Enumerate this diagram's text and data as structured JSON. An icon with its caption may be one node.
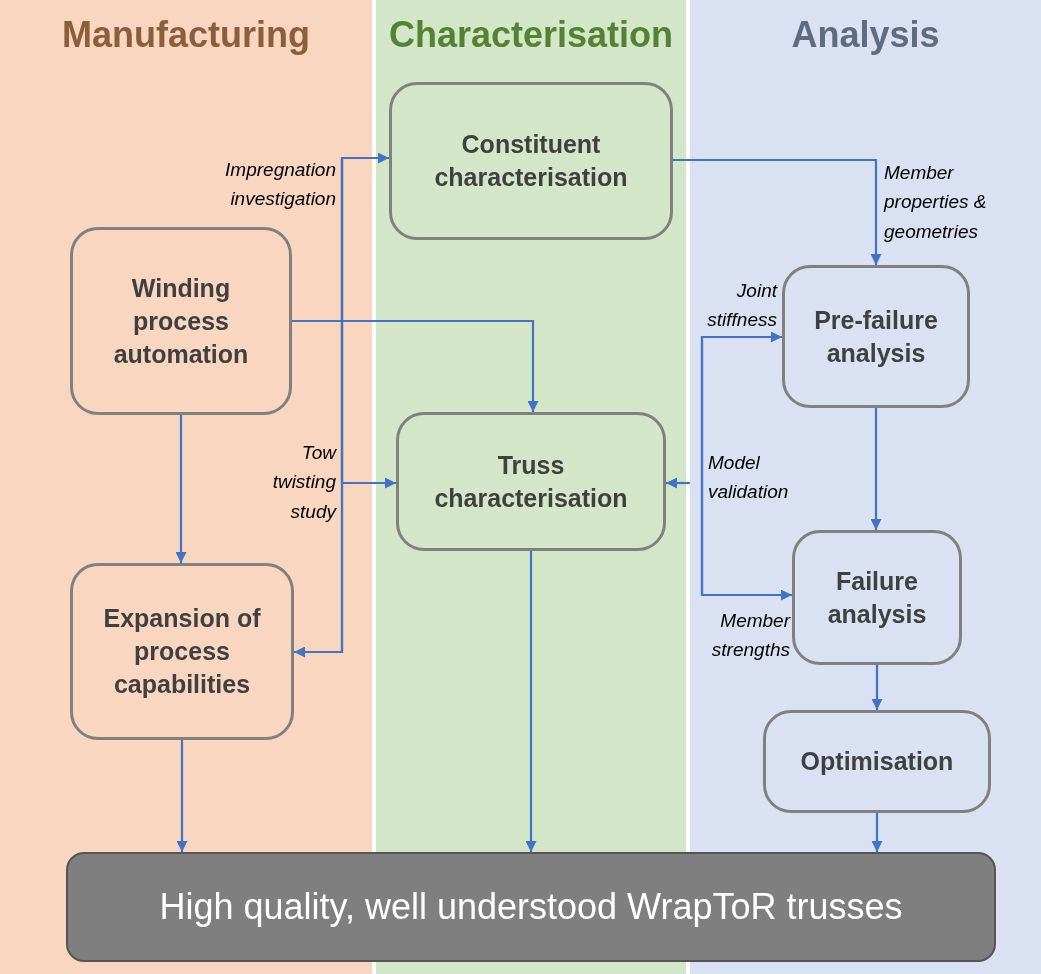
{
  "diagram": {
    "nodes": [
      {
        "text": [
          "Manufacturing"
        ]
      },
      {
        "text": [
          "Characterisation"
        ]
      },
      {
        "text": [
          "Analysis"
        ]
      },
      {
        "text": [
          "Constituent characterisation"
        ],
        "in": 1
      },
      {
        "text": [
          "Winding process automation"
        ],
        "in": 0
      },
      {
        "text": [
          "Pre-failure analysis"
        ],
        "in": 2
      },
      {
        "text": [
          "Truss characterisation"
        ],
        "in": 1
      },
      {
        "text": [
          "Expansion of process capabilities"
        ],
        "in": 0
      },
      {
        "text": [
          "Failure analysis"
        ],
        "in": 2
      },
      {
        "text": [
          "Optimisation"
        ],
        "in": 2
      },
      {
        "text": [
          "High quality, well understood WrapToR trusses"
        ]
      }
    ],
    "edges": [
      {
        "from": 3,
        "to": 5,
        "arrow": "to",
        "label": "Member properties & geometries"
      },
      {
        "from": 4,
        "to": 6,
        "arrow": "to"
      },
      {
        "from": 4,
        "to": 7,
        "arrow": "to"
      },
      {
        "from": null,
        "to": 3,
        "arrow": "to",
        "label": "Impregnation investigation"
      },
      {
        "from": null,
        "to": 6,
        "arrow": "to",
        "label": "Tow twisting study"
      },
      {
        "from": null,
        "to": 7,
        "arrow": "to"
      },
      {
        "from": null,
        "to": 5,
        "arrow": "to",
        "label": "Joint stiffness"
      },
      {
        "from": 2,
        "to": 6,
        "arrow": "to",
        "label": "Model validation"
      },
      {
        "from": null,
        "to": 8,
        "arrow": "to",
        "label": "Member strengths"
      },
      {
        "from": 5,
        "to": 8,
        "arrow": "to"
      },
      {
        "from": 8,
        "to": 9,
        "arrow": "to"
      },
      {
        "from": 7,
        "to": 10,
        "arrow": "to"
      },
      {
        "from": 6,
        "to": 10,
        "arrow": "to"
      },
      {
        "from": 9,
        "to": 10,
        "arrow": "to"
      }
    ]
  }
}
